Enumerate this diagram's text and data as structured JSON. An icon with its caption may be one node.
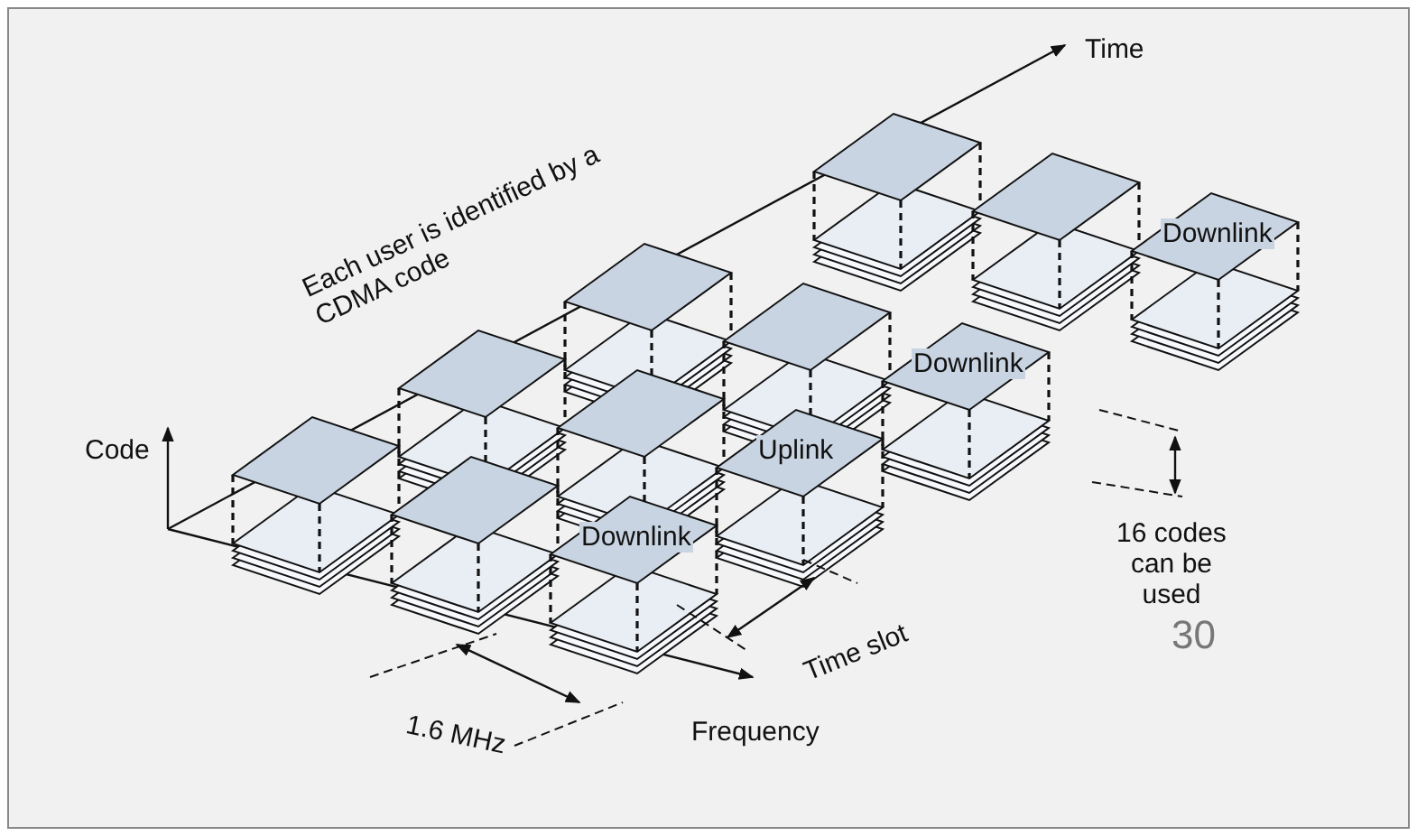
{
  "diagram": {
    "labels": [
      "Time",
      "Each user is identified by a CDMA code",
      "Downlink",
      "Code",
      "Downlink",
      "Uplink",
      "Downlink",
      "16 codes can be used",
      "Time slot",
      "1.6 MHz",
      "30",
      "Frequency"
    ]
  }
}
